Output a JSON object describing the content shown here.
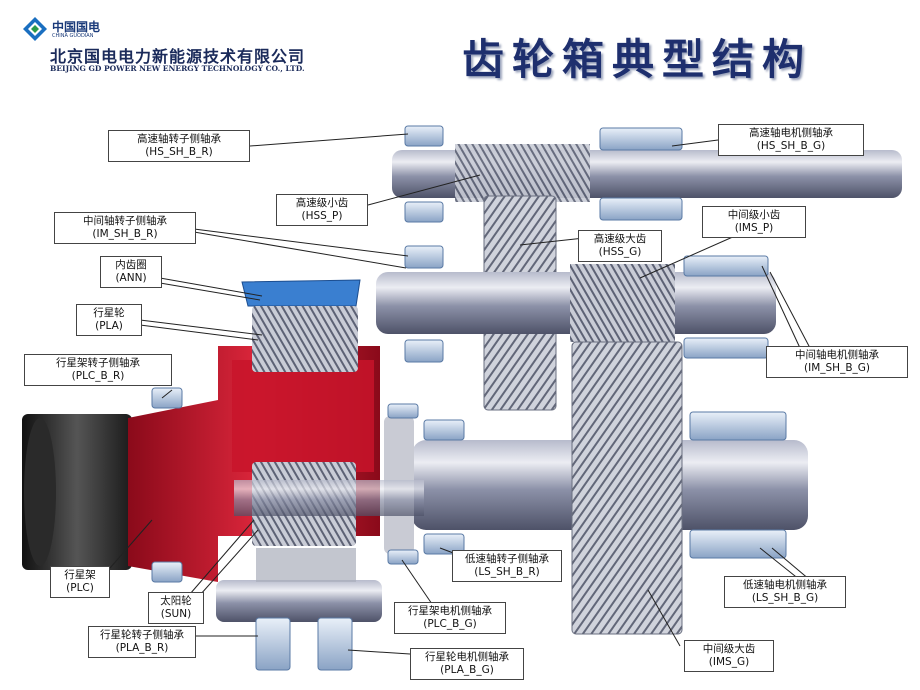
{
  "header": {
    "logo_cn": "中国国电",
    "logo_en": "CHINA GUODIAN",
    "company_cn": "北京国电电力新能源技术有限公司",
    "company_en": "BEIJING GD POWER NEW ENERGY TECHNOLOGY CO., LTD."
  },
  "title": "齿轮箱典型结构",
  "labels": {
    "hs_sh_b_r": {
      "cn": "高速轴转子侧轴承",
      "code": "(HS_SH_B_R)"
    },
    "hs_sh_b_g": {
      "cn": "高速轴电机侧轴承",
      "code": "(HS_SH_B_G)"
    },
    "hss_p": {
      "cn": "高速级小齿",
      "code": "(HSS_P)"
    },
    "im_sh_b_r": {
      "cn": "中间轴转子侧轴承",
      "code": "(IM_SH_B_R)"
    },
    "ims_p": {
      "cn": "中间级小齿",
      "code": "(IMS_P)"
    },
    "hss_g": {
      "cn": "高速级大齿",
      "code": "(HSS_G)"
    },
    "ann": {
      "cn": "内齿圈",
      "code": "(ANN)"
    },
    "pla": {
      "cn": "行星轮",
      "code": "(PLA)"
    },
    "im_sh_b_g": {
      "cn": "中间轴电机侧轴承",
      "code": "(IM_SH_B_G)"
    },
    "plc_b_r": {
      "cn": "行星架转子侧轴承",
      "code": "(PLC_B_R)"
    },
    "ls_sh_b_r": {
      "cn": "低速轴转子侧轴承",
      "code": "(LS_SH_B_R)"
    },
    "plc": {
      "cn": "行星架",
      "code": "(PLC)"
    },
    "sun": {
      "cn": "太阳轮",
      "code": "(SUN)"
    },
    "ls_sh_b_g": {
      "cn": "低速轴电机侧轴承",
      "code": "(LS_SH_B_G)"
    },
    "plc_b_g": {
      "cn": "行星架电机侧轴承",
      "code": "(PLC_B_G)"
    },
    "pla_b_r": {
      "cn": "行星轮转子侧轴承",
      "code": "(PLA_B_R)"
    },
    "pla_b_g": {
      "cn": "行星轮电机侧轴承",
      "code": "(PLA_B_G)"
    },
    "ims_g": {
      "cn": "中间级大齿",
      "code": "(IMS_G)"
    }
  },
  "colors": {
    "title": "#1e2f6e",
    "shaft": "#8a8fa8",
    "housing_red": "#c8142a",
    "ring_blue": "#3a7fd0",
    "bearing": "#9fb8d8"
  },
  "icons": {
    "logo": "china-guodian-logo-icon"
  }
}
